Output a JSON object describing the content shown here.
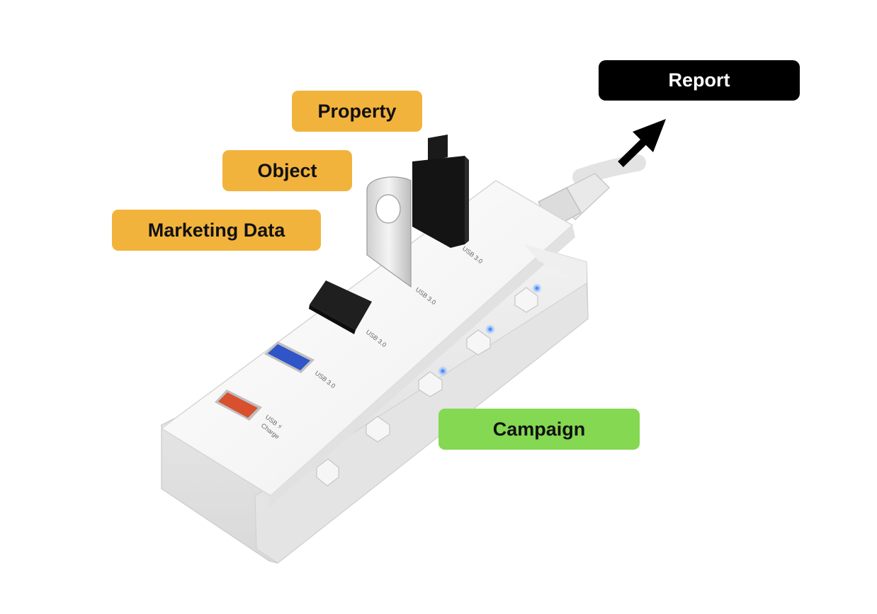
{
  "labels": {
    "property": "Property",
    "object": "Object",
    "marketing_data": "Marketing Data",
    "campaign": "Campaign",
    "report": "Report"
  },
  "ports": {
    "usb3": "USB 3.0",
    "charge_line1": "USB ⚡",
    "charge_line2": "Charge"
  },
  "colors": {
    "orange_tag": "#f2b33d",
    "green_tag": "#84d852",
    "report_tag": "#000000",
    "hub_body": "#f7f7f7",
    "blue_port": "#2f55c8",
    "red_port": "#d8502e",
    "indicator_led": "#4a90ff"
  }
}
